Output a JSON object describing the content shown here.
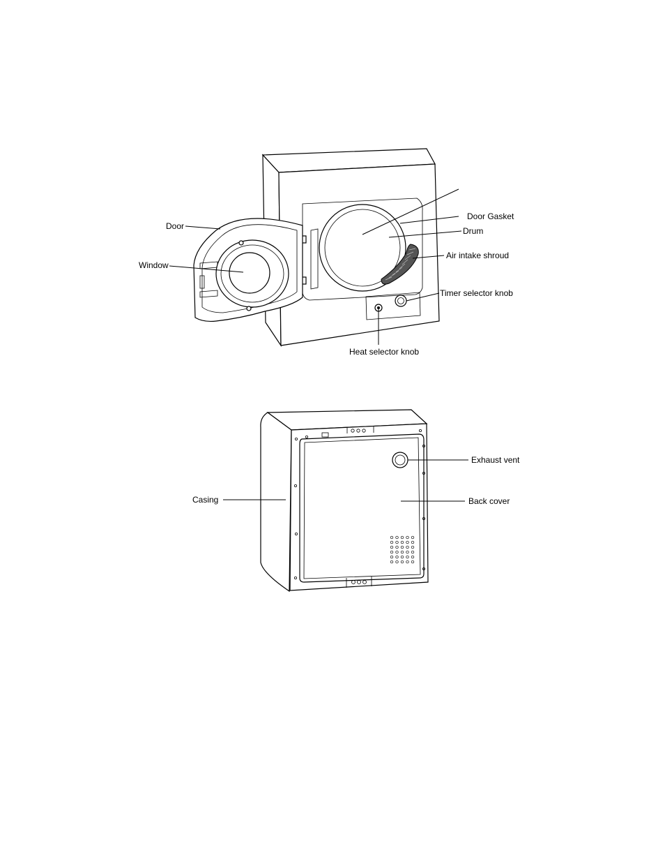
{
  "front_view": {
    "labels": {
      "door": "Door",
      "window": "Window",
      "door_gasket": "Door Gasket",
      "drum": "Drum",
      "air_intake_shroud": "Air intake shroud",
      "timer_selector_knob": "Timer selector knob",
      "heat_selector_knob": "Heat selector knob"
    }
  },
  "back_view": {
    "labels": {
      "casing": "Casing",
      "exhaust_vent": "Exhaust vent",
      "back_cover": "Back cover"
    }
  }
}
